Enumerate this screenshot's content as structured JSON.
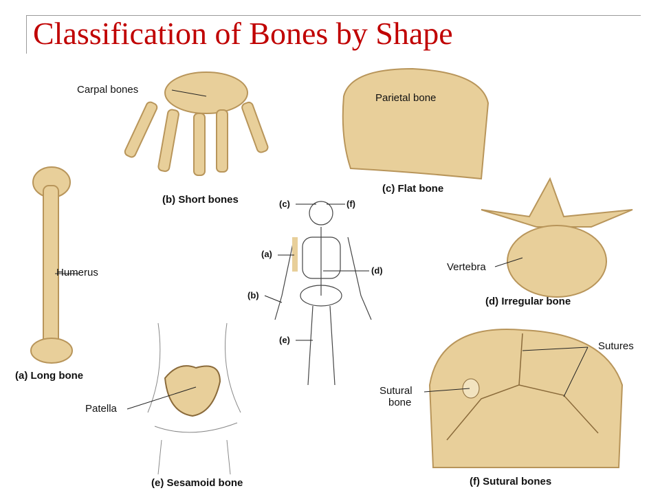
{
  "slide": {
    "title": "Classification of Bones by Shape"
  },
  "figures": {
    "long": {
      "caption": "(a) Long bone",
      "label": "Humerus"
    },
    "short": {
      "caption": "(b) Short bones",
      "label": "Carpal bones"
    },
    "flat": {
      "caption": "(c) Flat bone",
      "label": "Parietal bone"
    },
    "irregular": {
      "caption": "(d) Irregular bone",
      "label": "Vertebra"
    },
    "sesamoid": {
      "caption": "(e) Sesamoid bone",
      "label": "Patella"
    },
    "sutural": {
      "caption": "(f) Sutural bones",
      "label_sutures": "Sutures",
      "label_sutural_line1": "Sutural",
      "label_sutural_line2": "bone"
    }
  },
  "skeleton_markers": {
    "a": "(a)",
    "b": "(b)",
    "c": "(c)",
    "d": "(d)",
    "e": "(e)",
    "f": "(f)"
  },
  "colors": {
    "title": "#c00000",
    "bone": "#e8cf9a",
    "bone_dark": "#b8955a"
  }
}
